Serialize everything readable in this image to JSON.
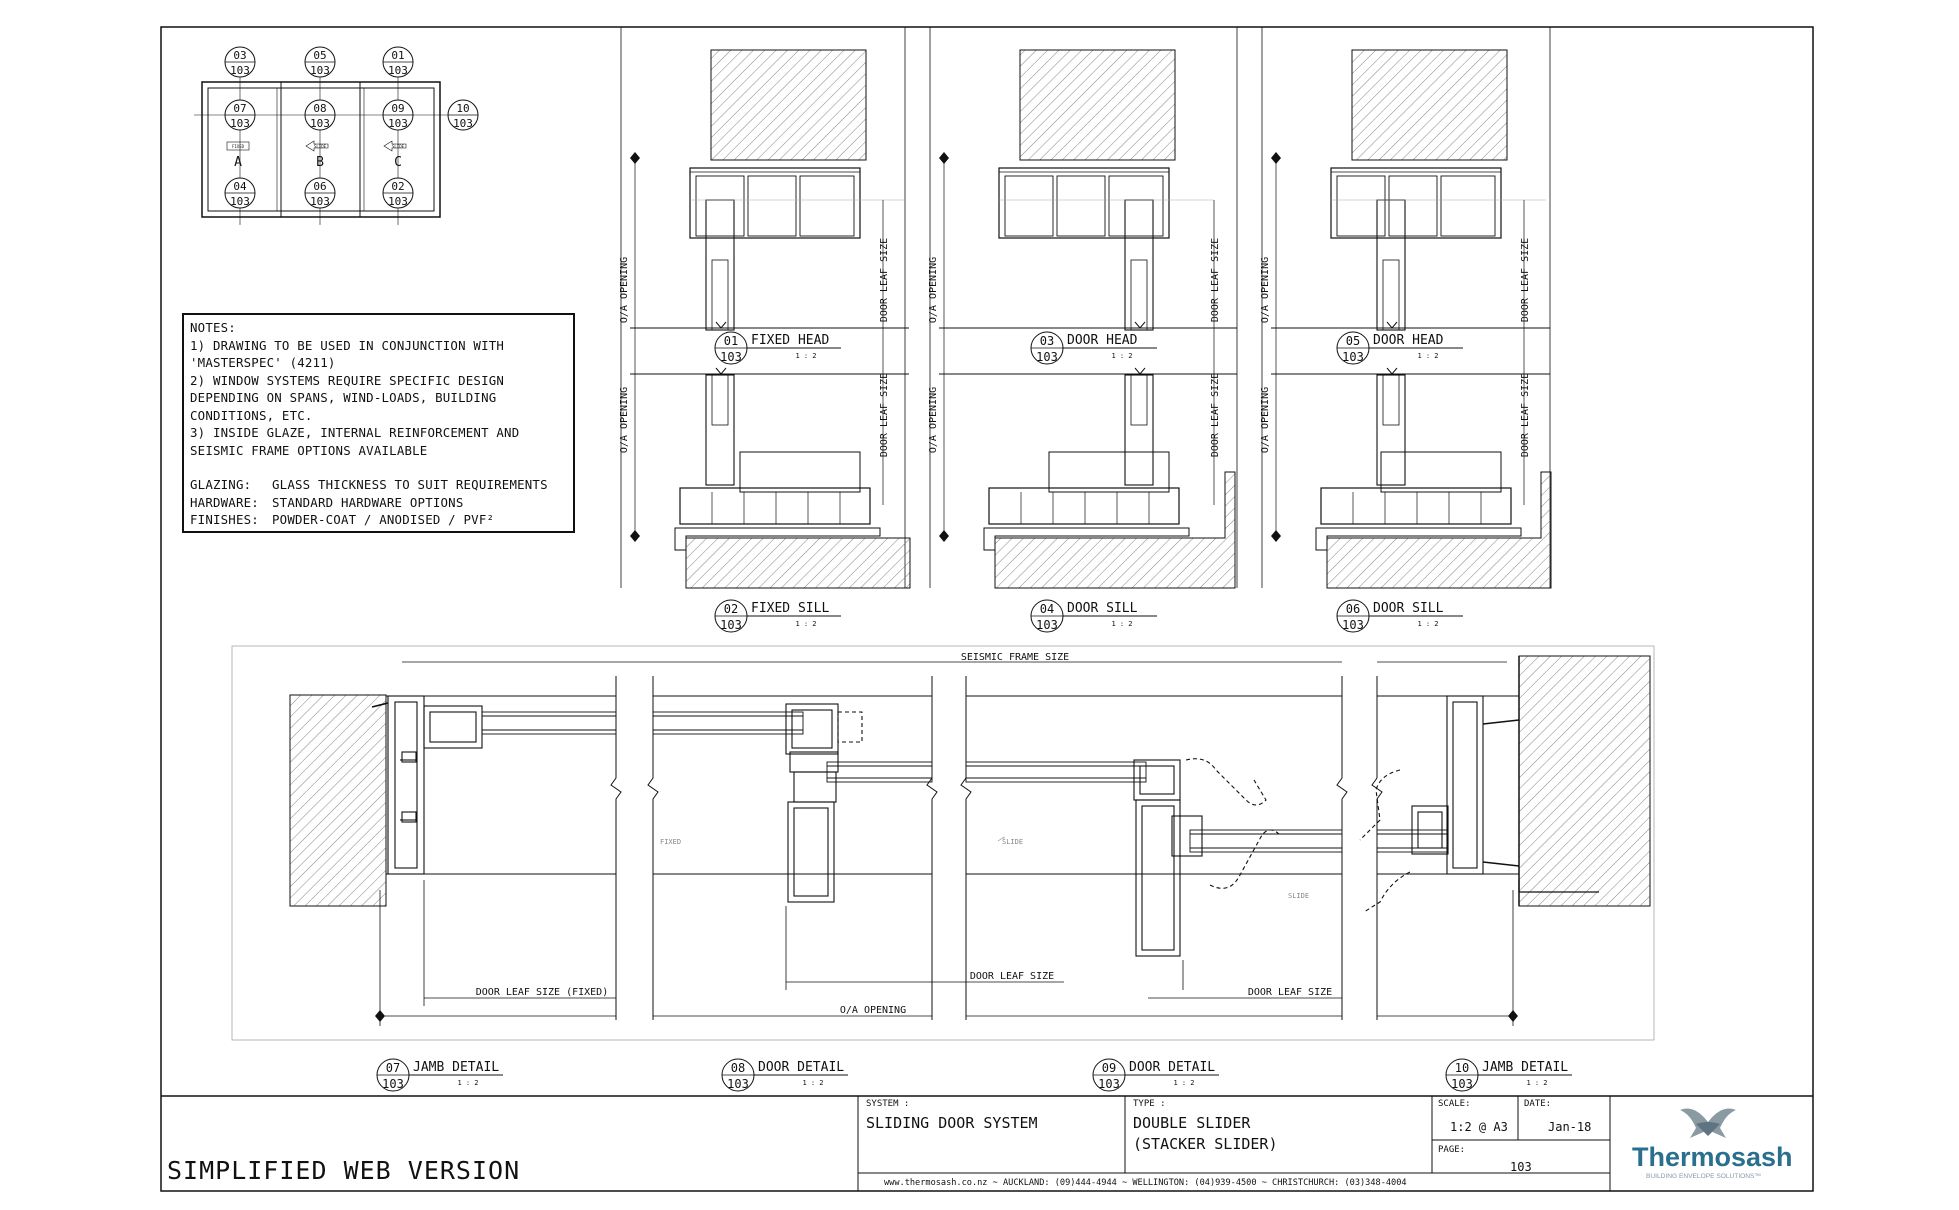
{
  "notes": {
    "title": "NOTES:",
    "items": [
      "1) DRAWING TO BE USED IN CONJUNCTION WITH",
      "'MASTERSPEC' (4211)",
      "2) WINDOW SYSTEMS REQUIRE SPECIFIC DESIGN",
      "DEPENDING ON SPANS, WIND-LOADS, BUILDING",
      "CONDITIONS, ETC.",
      "3) INSIDE GLAZE, INTERNAL REINFORCEMENT AND",
      "SEISMIC FRAME OPTIONS AVAILABLE"
    ],
    "glazing_label": "GLAZING:",
    "glazing_value": "GLASS THICKNESS TO SUIT REQUIREMENTS",
    "hardware_label": "HARDWARE:",
    "hardware_value": "STANDARD HARDWARE OPTIONS",
    "finishes_label": "FINISHES:",
    "finishes_value": "POWDER-COAT / ANODISED / PVF²"
  },
  "key_plan": {
    "panels": [
      "A",
      "B",
      "C"
    ],
    "panel_tags": [
      "FIXED",
      "SLIDE",
      "SLIDE"
    ],
    "markers": [
      {
        "num": "03",
        "sheet": "103"
      },
      {
        "num": "05",
        "sheet": "103"
      },
      {
        "num": "01",
        "sheet": "103"
      },
      {
        "num": "07",
        "sheet": "103"
      },
      {
        "num": "08",
        "sheet": "103"
      },
      {
        "num": "09",
        "sheet": "103"
      },
      {
        "num": "10",
        "sheet": "103"
      },
      {
        "num": "04",
        "sheet": "103"
      },
      {
        "num": "06",
        "sheet": "103"
      },
      {
        "num": "02",
        "sheet": "103"
      }
    ]
  },
  "details": [
    {
      "num": "01",
      "sheet": "103",
      "title": "FIXED HEAD",
      "scale": "1 : 2"
    },
    {
      "num": "03",
      "sheet": "103",
      "title": "DOOR HEAD",
      "scale": "1 : 2"
    },
    {
      "num": "05",
      "sheet": "103",
      "title": "DOOR HEAD",
      "scale": "1 : 2"
    },
    {
      "num": "02",
      "sheet": "103",
      "title": "FIXED SILL",
      "scale": "1 : 2"
    },
    {
      "num": "04",
      "sheet": "103",
      "title": "DOOR SILL",
      "scale": "1 : 2"
    },
    {
      "num": "06",
      "sheet": "103",
      "title": "DOOR SILL",
      "scale": "1 : 2"
    },
    {
      "num": "07",
      "sheet": "103",
      "title": "JAMB DETAIL",
      "scale": "1 : 2"
    },
    {
      "num": "08",
      "sheet": "103",
      "title": "DOOR DETAIL",
      "scale": "1 : 2"
    },
    {
      "num": "09",
      "sheet": "103",
      "title": "DOOR DETAIL",
      "scale": "1 : 2"
    },
    {
      "num": "10",
      "sheet": "103",
      "title": "JAMB DETAIL",
      "scale": "1 : 2"
    }
  ],
  "dimension_labels": {
    "oa_opening": "O/A OPENING",
    "door_leaf_size": "DOOR LEAF SIZE",
    "door_leaf_size_fixed": "DOOR LEAF SIZE (FIXED)",
    "seismic_frame_size": "SEISMIC FRAME SIZE",
    "fixed": "FIXED",
    "slide": "SLIDE"
  },
  "title_block": {
    "web_version": "SIMPLIFIED WEB VERSION",
    "system_label": "SYSTEM :",
    "system_value": "SLIDING DOOR SYSTEM",
    "type_label": "TYPE :",
    "type_value_1": "DOUBLE SLIDER",
    "type_value_2": "(STACKER SLIDER)",
    "scale_label": "SCALE:",
    "scale_value": "1:2 @ A3",
    "date_label": "DATE:",
    "date_value": "Jan-18",
    "page_label": "PAGE:",
    "page_value": "103",
    "contact_line": "www.thermosash.co.nz  ~  AUCKLAND: (09)444-4944  ~  WELLINGTON: (04)939-4500  ~  CHRISTCHURCH: (03)348-4004",
    "brand": "Thermosash",
    "brand_tagline": "BUILDING ENVELOPE SOLUTIONS™",
    "brand_color": "#2a6f8e"
  }
}
